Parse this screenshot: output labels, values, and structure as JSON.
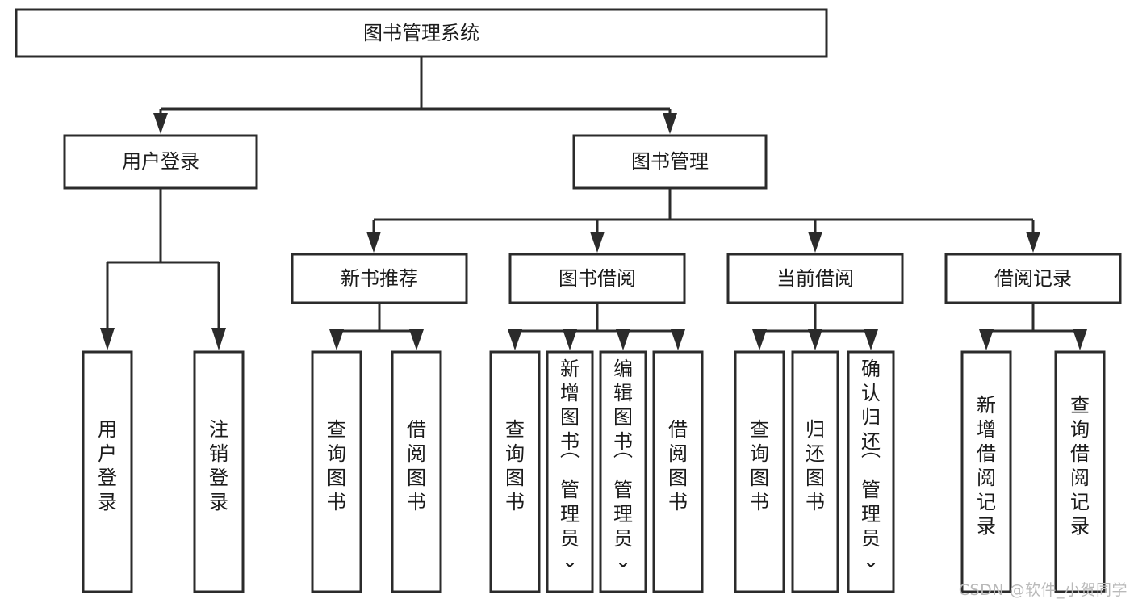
{
  "diagram": {
    "type": "tree-hierarchy",
    "title": "图书管理系统",
    "orientation": "top-down",
    "colors": {
      "box_stroke": "#2b2b2b",
      "box_fill": "#ffffff",
      "text": "#1b1b1b",
      "background": "#ffffff",
      "watermark": "#b9b9b9"
    },
    "levels": {
      "level1": [
        "图书管理系统"
      ],
      "level2": [
        "用户登录",
        "图书管理"
      ],
      "level3": [
        "新书推荐",
        "图书借阅",
        "当前借阅",
        "借阅记录"
      ],
      "level4": [
        "用户登录",
        "注销登录",
        "查询图书",
        "借阅图书",
        "查询图书",
        "新增图书（管理员）",
        "编辑图书（管理员）",
        "借阅图书",
        "查询图书",
        "归还图书",
        "确认归还（管理员）",
        "新增借阅记录",
        "查询借阅记录"
      ]
    },
    "nodes": {
      "root": {
        "label": "图书管理系统"
      },
      "user_login": {
        "label": "用户登录"
      },
      "book_mgmt": {
        "label": "图书管理"
      },
      "new_book_rec": {
        "label": "新书推荐"
      },
      "book_borrow": {
        "label": "图书借阅"
      },
      "current_borrow": {
        "label": "当前借阅"
      },
      "borrow_record": {
        "label": "借阅记录"
      },
      "leaf_user_login": {
        "label": "用户登录"
      },
      "leaf_logout": {
        "label": "注销登录"
      },
      "leaf_query_book_1": {
        "label": "查询图书"
      },
      "leaf_borrow_book_1": {
        "label": "借阅图书"
      },
      "leaf_query_book_2": {
        "label": "查询图书"
      },
      "leaf_add_book_admin": {
        "label": "新增图书（管理员）"
      },
      "leaf_edit_book_admin": {
        "label": "编辑图书（管理员）"
      },
      "leaf_borrow_book_2": {
        "label": "借阅图书"
      },
      "leaf_query_book_3": {
        "label": "查询图书"
      },
      "leaf_return_book": {
        "label": "归还图书"
      },
      "leaf_confirm_return_admin": {
        "label": "确认归还（管理员）"
      },
      "leaf_add_borrow_record": {
        "label": "新增借阅记录"
      },
      "leaf_query_borrow_record": {
        "label": "查询借阅记录"
      }
    },
    "edges": [
      {
        "from": "root",
        "to": "user_login"
      },
      {
        "from": "root",
        "to": "book_mgmt"
      },
      {
        "from": "user_login",
        "to": "leaf_user_login"
      },
      {
        "from": "user_login",
        "to": "leaf_logout"
      },
      {
        "from": "book_mgmt",
        "to": "new_book_rec"
      },
      {
        "from": "book_mgmt",
        "to": "book_borrow"
      },
      {
        "from": "book_mgmt",
        "to": "current_borrow"
      },
      {
        "from": "book_mgmt",
        "to": "borrow_record"
      },
      {
        "from": "new_book_rec",
        "to": "leaf_query_book_1"
      },
      {
        "from": "new_book_rec",
        "to": "leaf_borrow_book_1"
      },
      {
        "from": "book_borrow",
        "to": "leaf_query_book_2"
      },
      {
        "from": "book_borrow",
        "to": "leaf_add_book_admin"
      },
      {
        "from": "book_borrow",
        "to": "leaf_edit_book_admin"
      },
      {
        "from": "book_borrow",
        "to": "leaf_borrow_book_2"
      },
      {
        "from": "current_borrow",
        "to": "leaf_query_book_3"
      },
      {
        "from": "current_borrow",
        "to": "leaf_return_book"
      },
      {
        "from": "current_borrow",
        "to": "leaf_confirm_return_admin"
      },
      {
        "from": "borrow_record",
        "to": "leaf_add_borrow_record"
      },
      {
        "from": "borrow_record",
        "to": "leaf_query_borrow_record"
      }
    ]
  },
  "watermark": {
    "text": "CSDN @软件_小贺同学"
  }
}
